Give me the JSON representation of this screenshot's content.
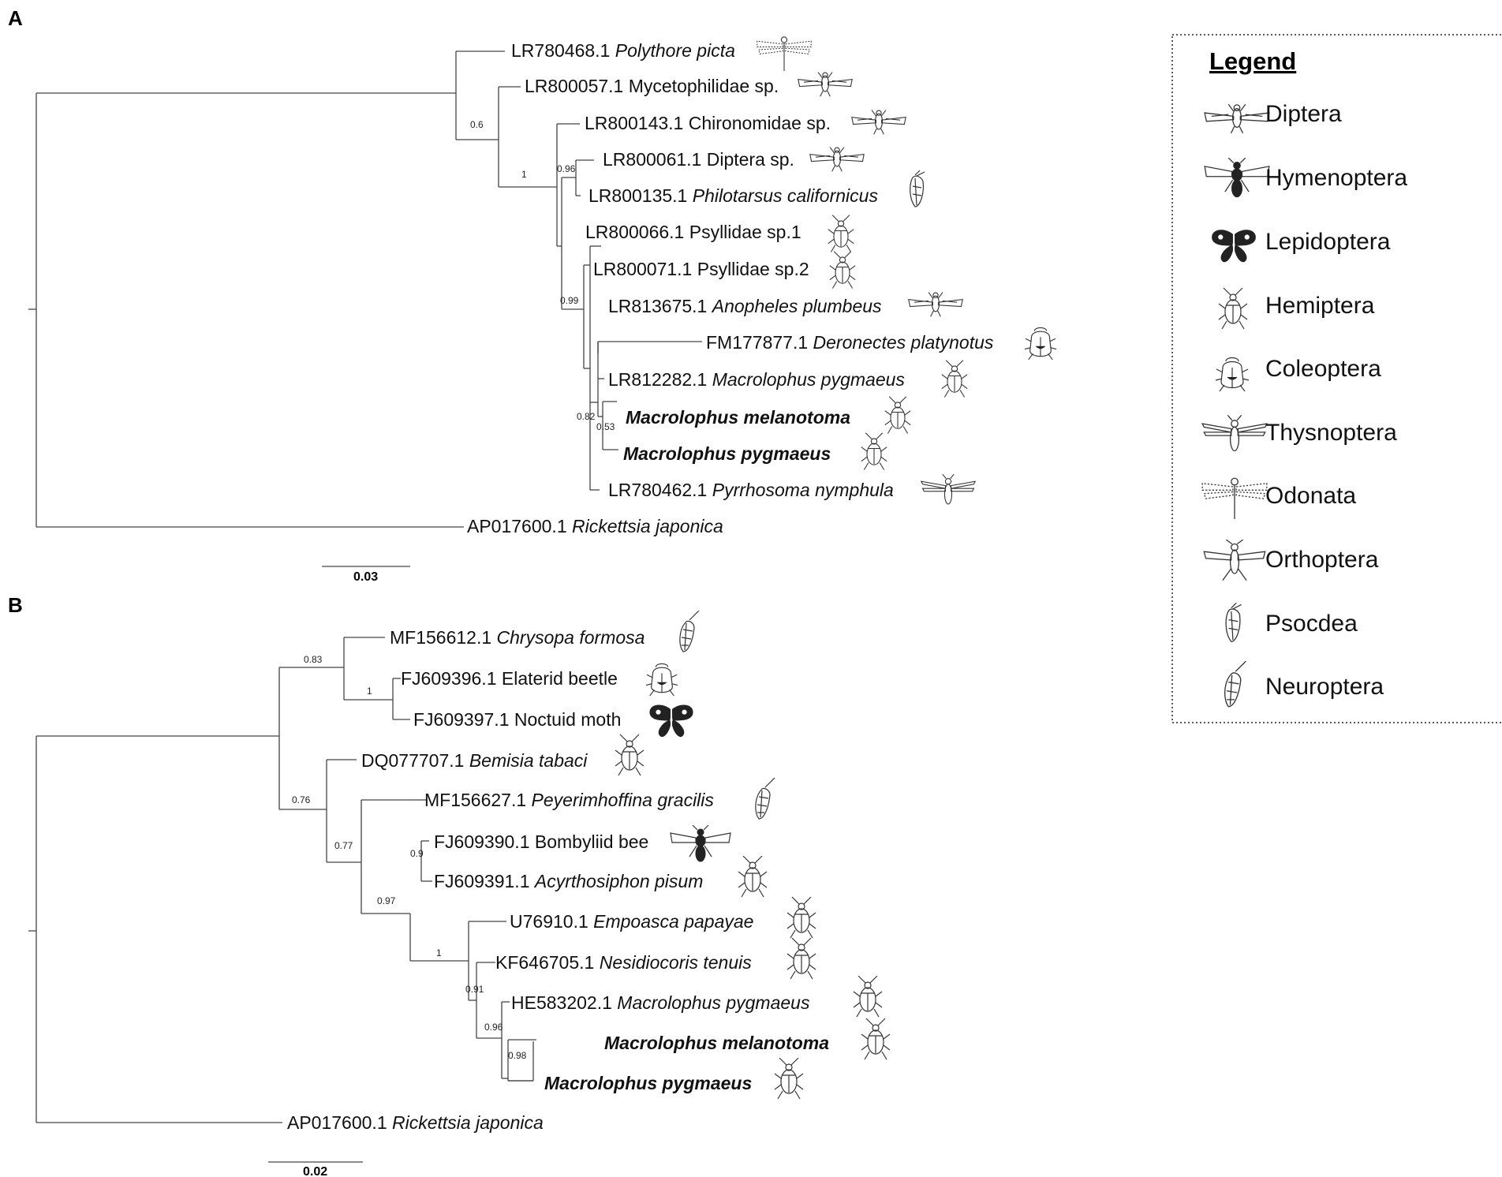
{
  "panels": {
    "A": {
      "letter": "A",
      "scale_bar_label": "0.03",
      "tips": [
        {
          "acc": "LR780468.1",
          "name": "Polythore picta",
          "italic": true,
          "highlight": false,
          "icon": "odonata-icon"
        },
        {
          "acc": "LR800057.1",
          "name": "Mycetophilidae sp.",
          "italic": false,
          "highlight": false,
          "icon": "diptera-icon"
        },
        {
          "acc": "LR800143.1",
          "name": "Chironomidae sp.",
          "italic": false,
          "highlight": false,
          "icon": "diptera-icon"
        },
        {
          "acc": "LR800061.1",
          "name": "Diptera sp.",
          "italic": false,
          "highlight": false,
          "icon": "diptera-icon"
        },
        {
          "acc": "LR800135.1",
          "name": "Philotarsus californicus",
          "italic": true,
          "highlight": false,
          "icon": "psocodea-icon"
        },
        {
          "acc": "LR800066.1",
          "name": "Psyllidae sp.1",
          "italic": false,
          "highlight": false,
          "icon": "hemiptera-icon"
        },
        {
          "acc": "LR800071.1",
          "name": "Psyllidae sp.2",
          "italic": false,
          "highlight": false,
          "icon": "hemiptera-icon"
        },
        {
          "acc": "LR813675.1",
          "name": "Anopheles plumbeus",
          "italic": true,
          "highlight": false,
          "icon": "diptera-icon"
        },
        {
          "acc": "FM177877.1",
          "name": "Deronectes platynotus",
          "italic": true,
          "highlight": false,
          "icon": "coleoptera-icon"
        },
        {
          "acc": "LR812282.1",
          "name": "Macrolophus pygmaeus",
          "italic": true,
          "highlight": false,
          "icon": "hemiptera-icon"
        },
        {
          "acc": "",
          "name": "Macrolophus melanotoma",
          "italic": true,
          "highlight": true,
          "icon": "hemiptera-icon"
        },
        {
          "acc": "",
          "name": "Macrolophus pygmaeus",
          "italic": true,
          "highlight": true,
          "icon": "hemiptera-icon"
        },
        {
          "acc": "LR780462.1",
          "name": "Pyrrhosoma nymphula",
          "italic": true,
          "highlight": false,
          "icon": "thysanoptera-icon"
        },
        {
          "acc": "AP017600.1",
          "name": "Rickettsia japonica",
          "italic": true,
          "highlight": false,
          "icon": ""
        }
      ],
      "supports": [
        "0.6",
        "1",
        "0.96",
        "0.99",
        "0.82",
        "0.53"
      ]
    },
    "B": {
      "letter": "B",
      "scale_bar_label": "0.02",
      "tips": [
        {
          "acc": "MF156612.1",
          "name": "Chrysopa formosa",
          "italic": true,
          "highlight": false,
          "icon": "neuroptera-icon"
        },
        {
          "acc": "FJ609396.1",
          "name": "Elaterid beetle",
          "italic": false,
          "highlight": false,
          "icon": "coleoptera-icon"
        },
        {
          "acc": "FJ609397.1",
          "name": "Noctuid moth",
          "italic": false,
          "highlight": false,
          "icon": "lepidoptera-icon"
        },
        {
          "acc": "DQ077707.1",
          "name": "Bemisia tabaci",
          "italic": true,
          "highlight": false,
          "icon": "hemiptera-icon"
        },
        {
          "acc": "MF156627.1",
          "name": "Peyerimhoffina gracilis",
          "italic": true,
          "highlight": false,
          "icon": "neuroptera-icon"
        },
        {
          "acc": "FJ609390.1",
          "name": "Bombyliid bee",
          "italic": false,
          "highlight": false,
          "icon": "hymenoptera-icon"
        },
        {
          "acc": "FJ609391.1",
          "name": "Acyrthosiphon pisum",
          "italic": true,
          "highlight": false,
          "icon": "hemiptera-icon"
        },
        {
          "acc": "U76910.1",
          "name": "Empoasca papayae",
          "italic": true,
          "highlight": false,
          "icon": "hemiptera-icon"
        },
        {
          "acc": "KF646705.1",
          "name": "Nesidiocoris tenuis",
          "italic": true,
          "highlight": false,
          "icon": "hemiptera-icon"
        },
        {
          "acc": "HE583202.1",
          "name": "Macrolophus pygmaeus",
          "italic": true,
          "highlight": false,
          "icon": "hemiptera-icon"
        },
        {
          "acc": "",
          "name": "Macrolophus melanotoma",
          "italic": true,
          "highlight": true,
          "icon": "hemiptera-icon"
        },
        {
          "acc": "",
          "name": "Macrolophus pygmaeus",
          "italic": true,
          "highlight": true,
          "icon": "hemiptera-icon"
        },
        {
          "acc": "AP017600.1",
          "name": "Rickettsia japonica",
          "italic": true,
          "highlight": false,
          "icon": ""
        }
      ],
      "supports": [
        "0.83",
        "1",
        "0.76",
        "0.77",
        "0.97",
        "0.9",
        "1",
        "0.91",
        "0.96",
        "0.98"
      ]
    }
  },
  "legend": {
    "title": "Legend",
    "items": [
      {
        "label": "Diptera",
        "icon": "diptera-icon"
      },
      {
        "label": "Hymenoptera",
        "icon": "hymenoptera-icon"
      },
      {
        "label": "Lepidoptera",
        "icon": "lepidoptera-icon"
      },
      {
        "label": "Hemiptera",
        "icon": "hemiptera-icon"
      },
      {
        "label": "Coleoptera",
        "icon": "coleoptera-icon"
      },
      {
        "label": "Thysnoptera",
        "icon": "thysanoptera-icon"
      },
      {
        "label": "Odonata",
        "icon": "odonata-icon"
      },
      {
        "label": "Orthoptera",
        "icon": "orthoptera-icon"
      },
      {
        "label": "Psocdea",
        "icon": "psocodea-icon"
      },
      {
        "label": "Neuroptera",
        "icon": "neuroptera-icon"
      }
    ]
  },
  "colors": {
    "highlight": "#c8761a",
    "text": "#111111",
    "branch": "#444444"
  }
}
